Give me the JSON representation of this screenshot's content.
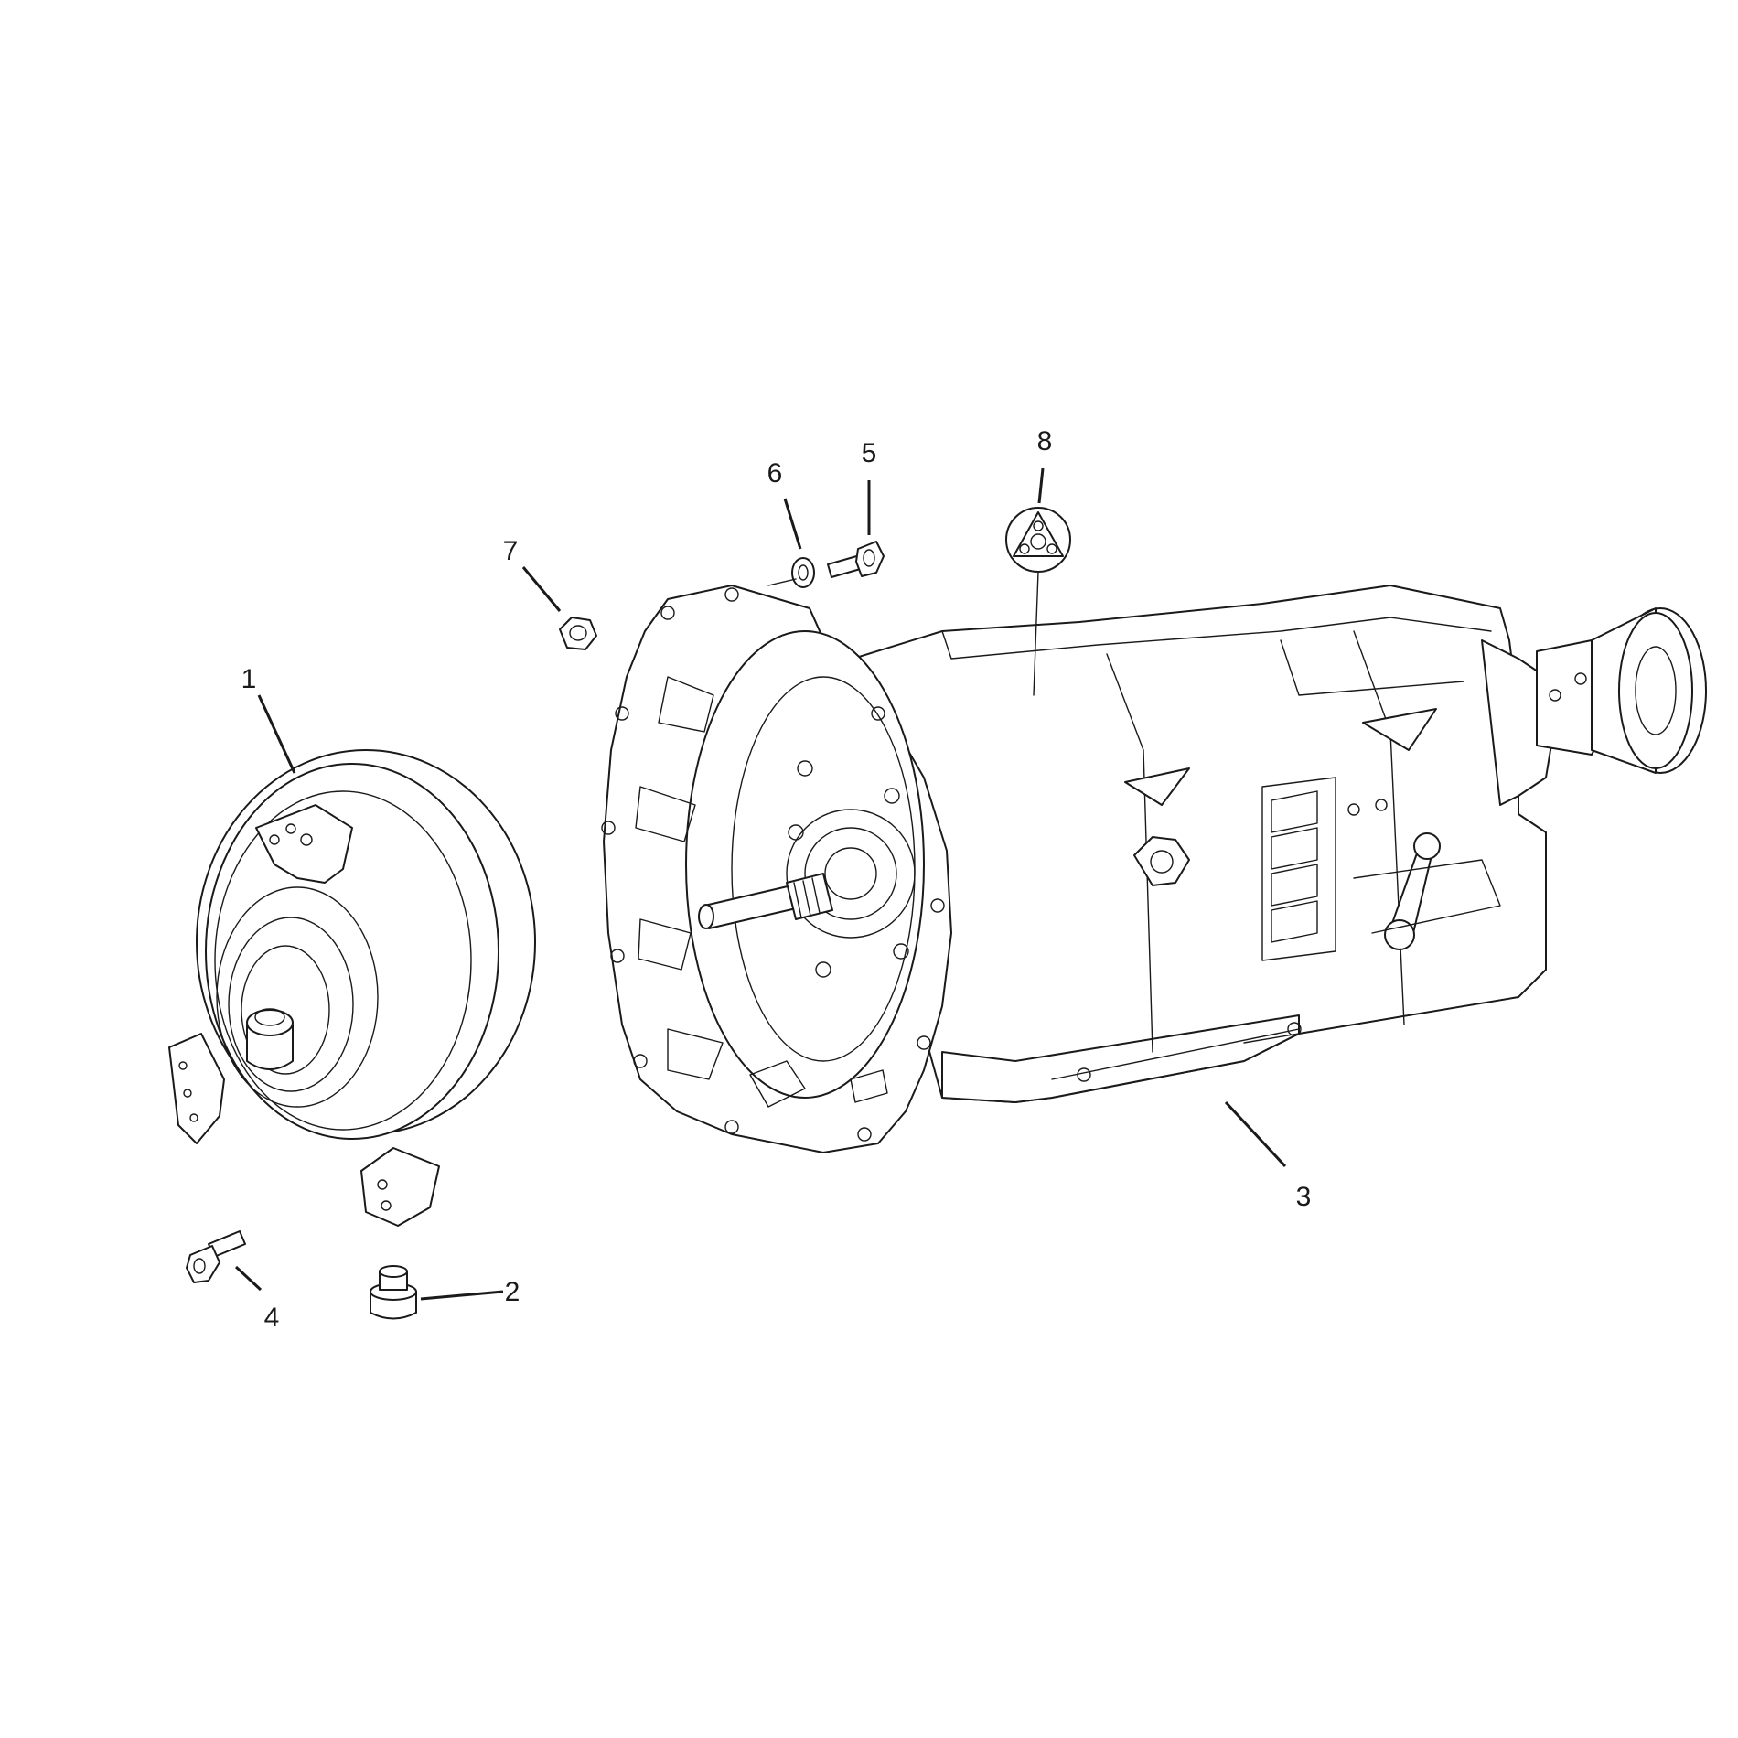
{
  "diagram": {
    "type": "exploded-parts-diagram",
    "callouts": [
      {
        "id": "1",
        "label": "1"
      },
      {
        "id": "2",
        "label": "2"
      },
      {
        "id": "3",
        "label": "3"
      },
      {
        "id": "4",
        "label": "4"
      },
      {
        "id": "5",
        "label": "5"
      },
      {
        "id": "6",
        "label": "6"
      },
      {
        "id": "7",
        "label": "7"
      },
      {
        "id": "8",
        "label": "8"
      }
    ]
  },
  "colors": {
    "line": "#1a1a1a",
    "background": "#ffffff"
  }
}
